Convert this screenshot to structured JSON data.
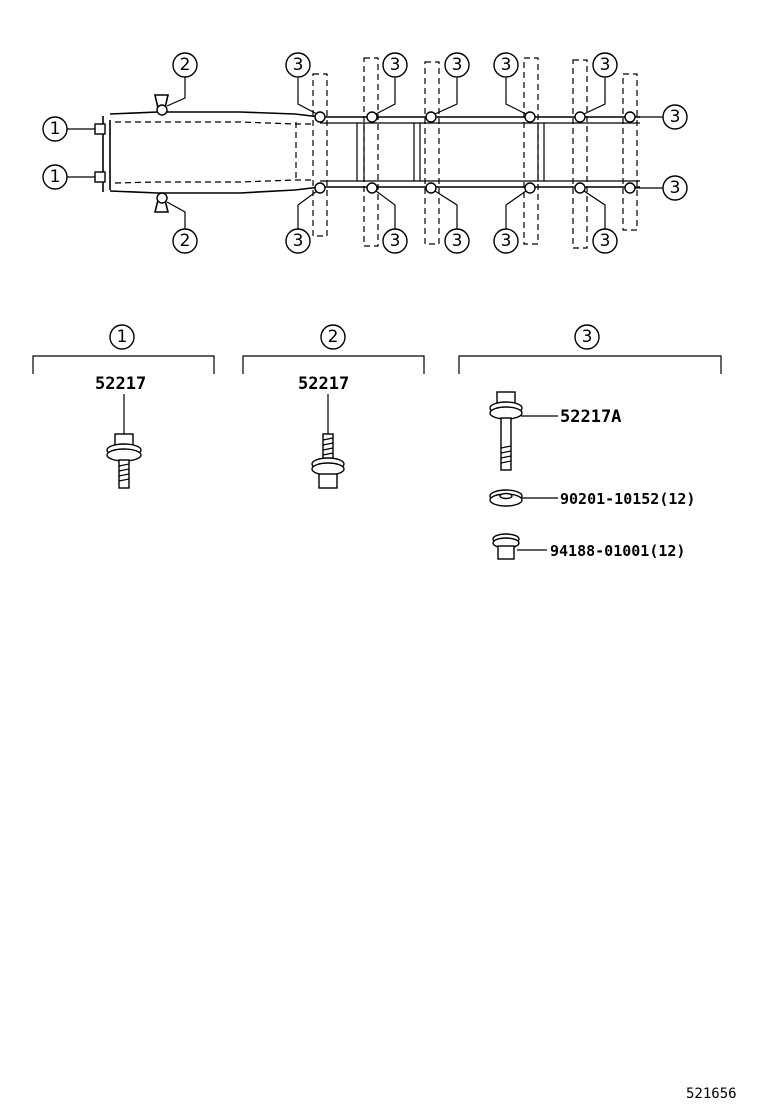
{
  "callouts": {
    "one": "1",
    "two": "2",
    "three": "3"
  },
  "groups": [
    {
      "number": "1",
      "part": "52217"
    },
    {
      "number": "2",
      "part": "52217"
    },
    {
      "number": "3",
      "parts": [
        "52217A",
        "90201-10152(12)",
        "94188-01001(12)"
      ]
    }
  ],
  "figure_id": "521656"
}
